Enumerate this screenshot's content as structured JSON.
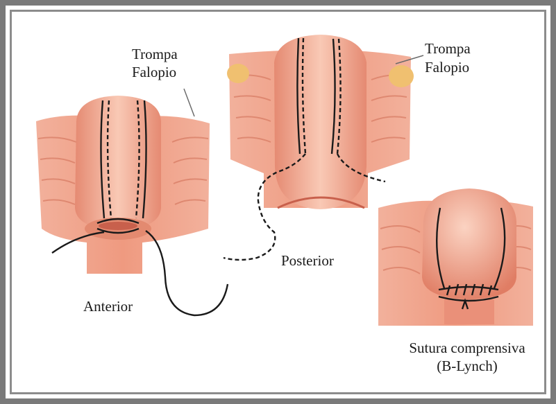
{
  "labels": {
    "left_tube_line1": "Trompa",
    "left_tube_line2": "Falopio",
    "right_tube_line1": "Trompa",
    "right_tube_line2": "Falopio",
    "posterior": "Posterior",
    "anterior": "Anterior",
    "result_line1": "Sutura comprensiva",
    "result_line2": "(B-Lynch)"
  },
  "colors": {
    "tissue": "#ef9a80",
    "tissue_dark": "#d9705a",
    "tissue_light": "#f8c8b4",
    "tube_yellow": "#f0c070",
    "suture": "#1a1a1a",
    "frame": "#7a7a7a"
  }
}
